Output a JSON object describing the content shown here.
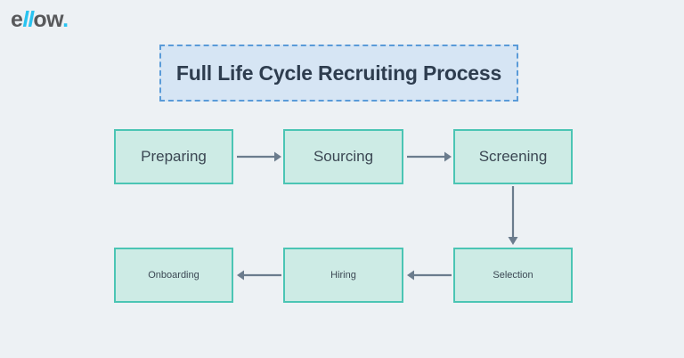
{
  "brand": {
    "logo_part1": "e",
    "logo_part2": "ll",
    "logo_part3": "ow",
    "logo_dot": ".",
    "logo_color_dark": "#58595b",
    "logo_color_accent": "#29c3f0"
  },
  "banner": {
    "title": "Full Life Cycle Recruiting Process",
    "fill_color": "#d6e5f4",
    "border_color": "#5a9bd8",
    "text_color": "#2e3d4f"
  },
  "diagram": {
    "background_color": "#edf1f4",
    "node_fill_color": "#cdebe5",
    "node_border_color": "#4bc5b4",
    "node_text_color": "#3b4753",
    "arrow_color": "#6b7c8d",
    "nodes": [
      {
        "id": "preparing",
        "label": "Preparing",
        "row": 1,
        "col": 1
      },
      {
        "id": "sourcing",
        "label": "Sourcing",
        "row": 1,
        "col": 2
      },
      {
        "id": "screening",
        "label": "Screening",
        "row": 1,
        "col": 3
      },
      {
        "id": "selection",
        "label": "Selection",
        "row": 2,
        "col": 3
      },
      {
        "id": "hiring",
        "label": "Hiring",
        "row": 2,
        "col": 2
      },
      {
        "id": "onboarding",
        "label": "Onboarding",
        "row": 2,
        "col": 1
      }
    ],
    "arrows": [
      {
        "id": "preparing-to-sourcing",
        "from": "preparing",
        "to": "sourcing",
        "direction": "right"
      },
      {
        "id": "sourcing-to-screening",
        "from": "sourcing",
        "to": "screening",
        "direction": "right"
      },
      {
        "id": "screening-to-selection",
        "from": "screening",
        "to": "selection",
        "direction": "down"
      },
      {
        "id": "selection-to-hiring",
        "from": "selection",
        "to": "hiring",
        "direction": "left"
      },
      {
        "id": "hiring-to-onboarding",
        "from": "hiring",
        "to": "onboarding",
        "direction": "left"
      }
    ]
  }
}
